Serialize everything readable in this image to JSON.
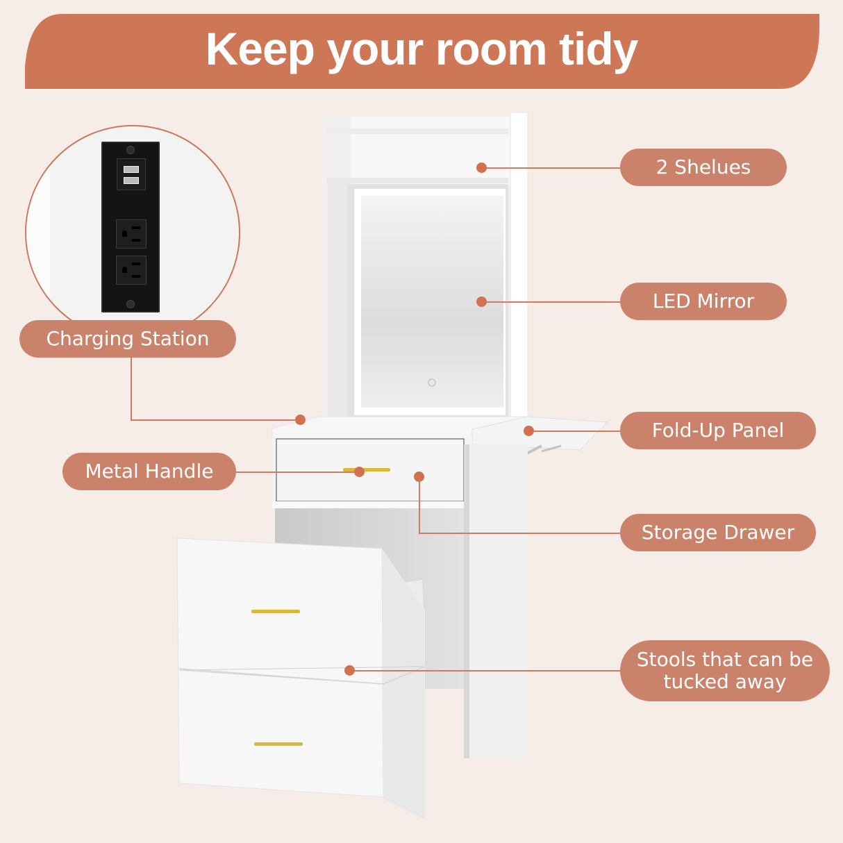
{
  "banner": {
    "title": "Keep your room tidy",
    "color": "#cd7757"
  },
  "background_color": "#f6ede8",
  "label_color": "#cb826a",
  "callouts": [
    {
      "id": "shelves",
      "label": "2 Shelues"
    },
    {
      "id": "led-mirror",
      "label": "LED Mirror"
    },
    {
      "id": "fold-up-panel",
      "label": "Fold-Up Panel"
    },
    {
      "id": "storage-drawer",
      "label": "Storage Drawer"
    },
    {
      "id": "stools",
      "label": "Stools that can be tucked away"
    },
    {
      "id": "charging-station",
      "label": "Charging Station"
    },
    {
      "id": "metal-handle",
      "label": "Metal Handle"
    }
  ],
  "inset": {
    "subject": "charging-station-outlet",
    "usb_ports": 2,
    "ac_outlets": 2
  }
}
